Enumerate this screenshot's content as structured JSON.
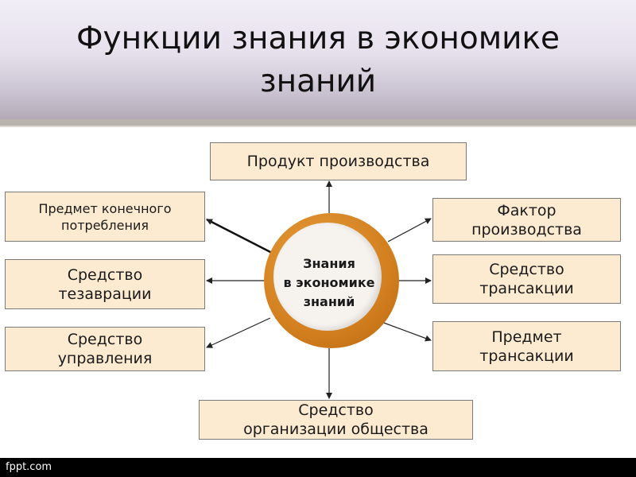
{
  "slide": {
    "title_line1": "Функции знания в экономике",
    "title_line2": "знаний"
  },
  "diagram": {
    "center": "Знания\nв экономике\nзнаний",
    "nodes": {
      "top": "Продукт производства",
      "left1": "Предмет конечного\nпотребления",
      "left2": "Средство\nтезаврации",
      "left3": "Средство\nуправления",
      "right1": "Фактор\nпроизводства",
      "right2": "Средство\nтрансакции",
      "right3": "Предмет\nтрансакции",
      "bottom": "Средство\nорганизации общества"
    }
  },
  "footer": {
    "watermark": "fppt.com"
  }
}
